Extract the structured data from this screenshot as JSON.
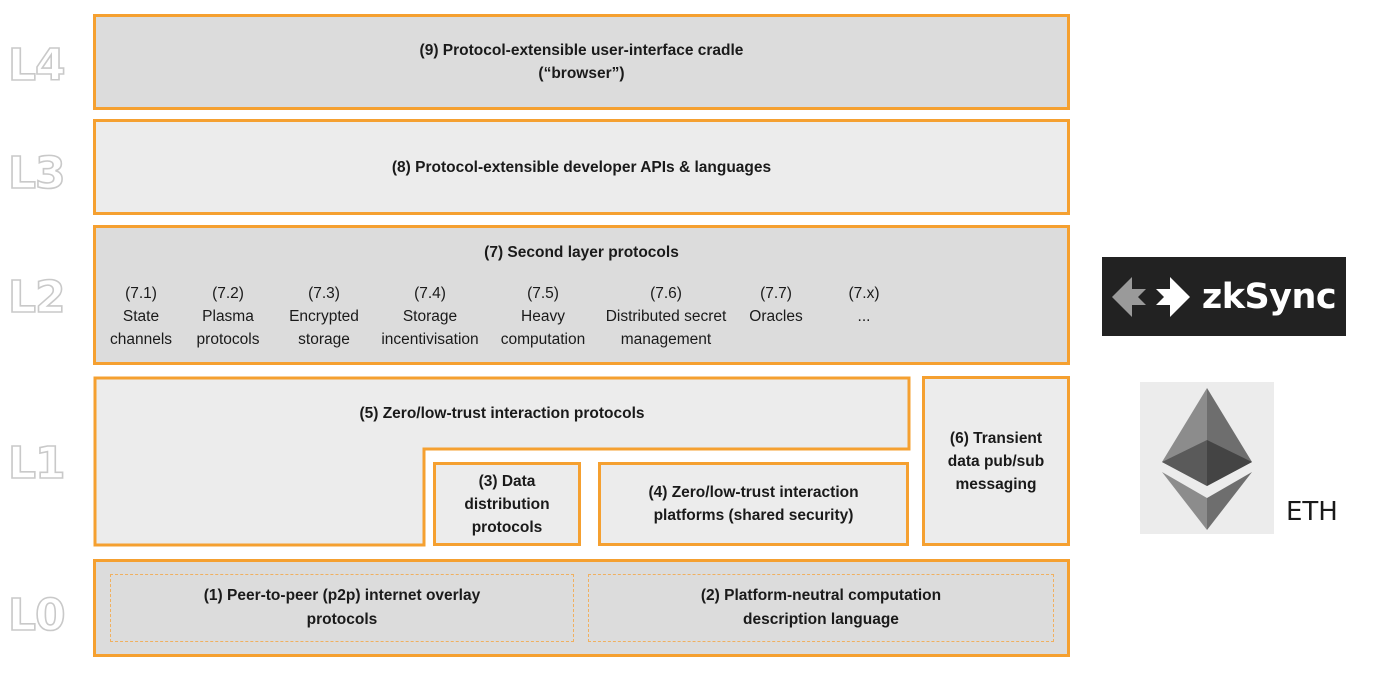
{
  "levels": [
    "L4",
    "L3",
    "L2",
    "L1",
    "L0"
  ],
  "boxes": {
    "b9": "(9) Protocol-extensible user-interface cradle\n(“browser”)",
    "b8": "(8) Protocol-extensible developer APIs & languages",
    "b7": "(7) Second layer protocols",
    "b5": "(5) Zero/low-trust interaction protocols",
    "b3": "(3) Data\ndistribution\nprotocols",
    "b4": "(4) Zero/low-trust interaction\nplatforms (shared security)",
    "b6": "(6) Transient\ndata pub/sub\nmessaging",
    "b1": "(1) Peer-to-peer (p2p) internet overlay\nprotocols",
    "b2": "(2) Platform-neutral computation\ndescription language"
  },
  "sub_protocols": [
    "(7.1)\nState\nchannels",
    "(7.2)\nPlasma\nprotocols",
    "(7.3)\nEncrypted\nstorage",
    "(7.4)\nStorage\nincentivisation",
    "(7.5)\nHeavy\ncomputation",
    "(7.6)\nDistributed secret\nmanagement",
    "(7.7)\nOracles",
    "(7.x)\n..."
  ],
  "logos": {
    "zksync": "zkSync",
    "eth": "ETH"
  },
  "colors": {
    "border": "#f5a030",
    "box_light": "#ececec",
    "box_dark": "#dcdcdc",
    "zksync_bg": "#222222"
  }
}
